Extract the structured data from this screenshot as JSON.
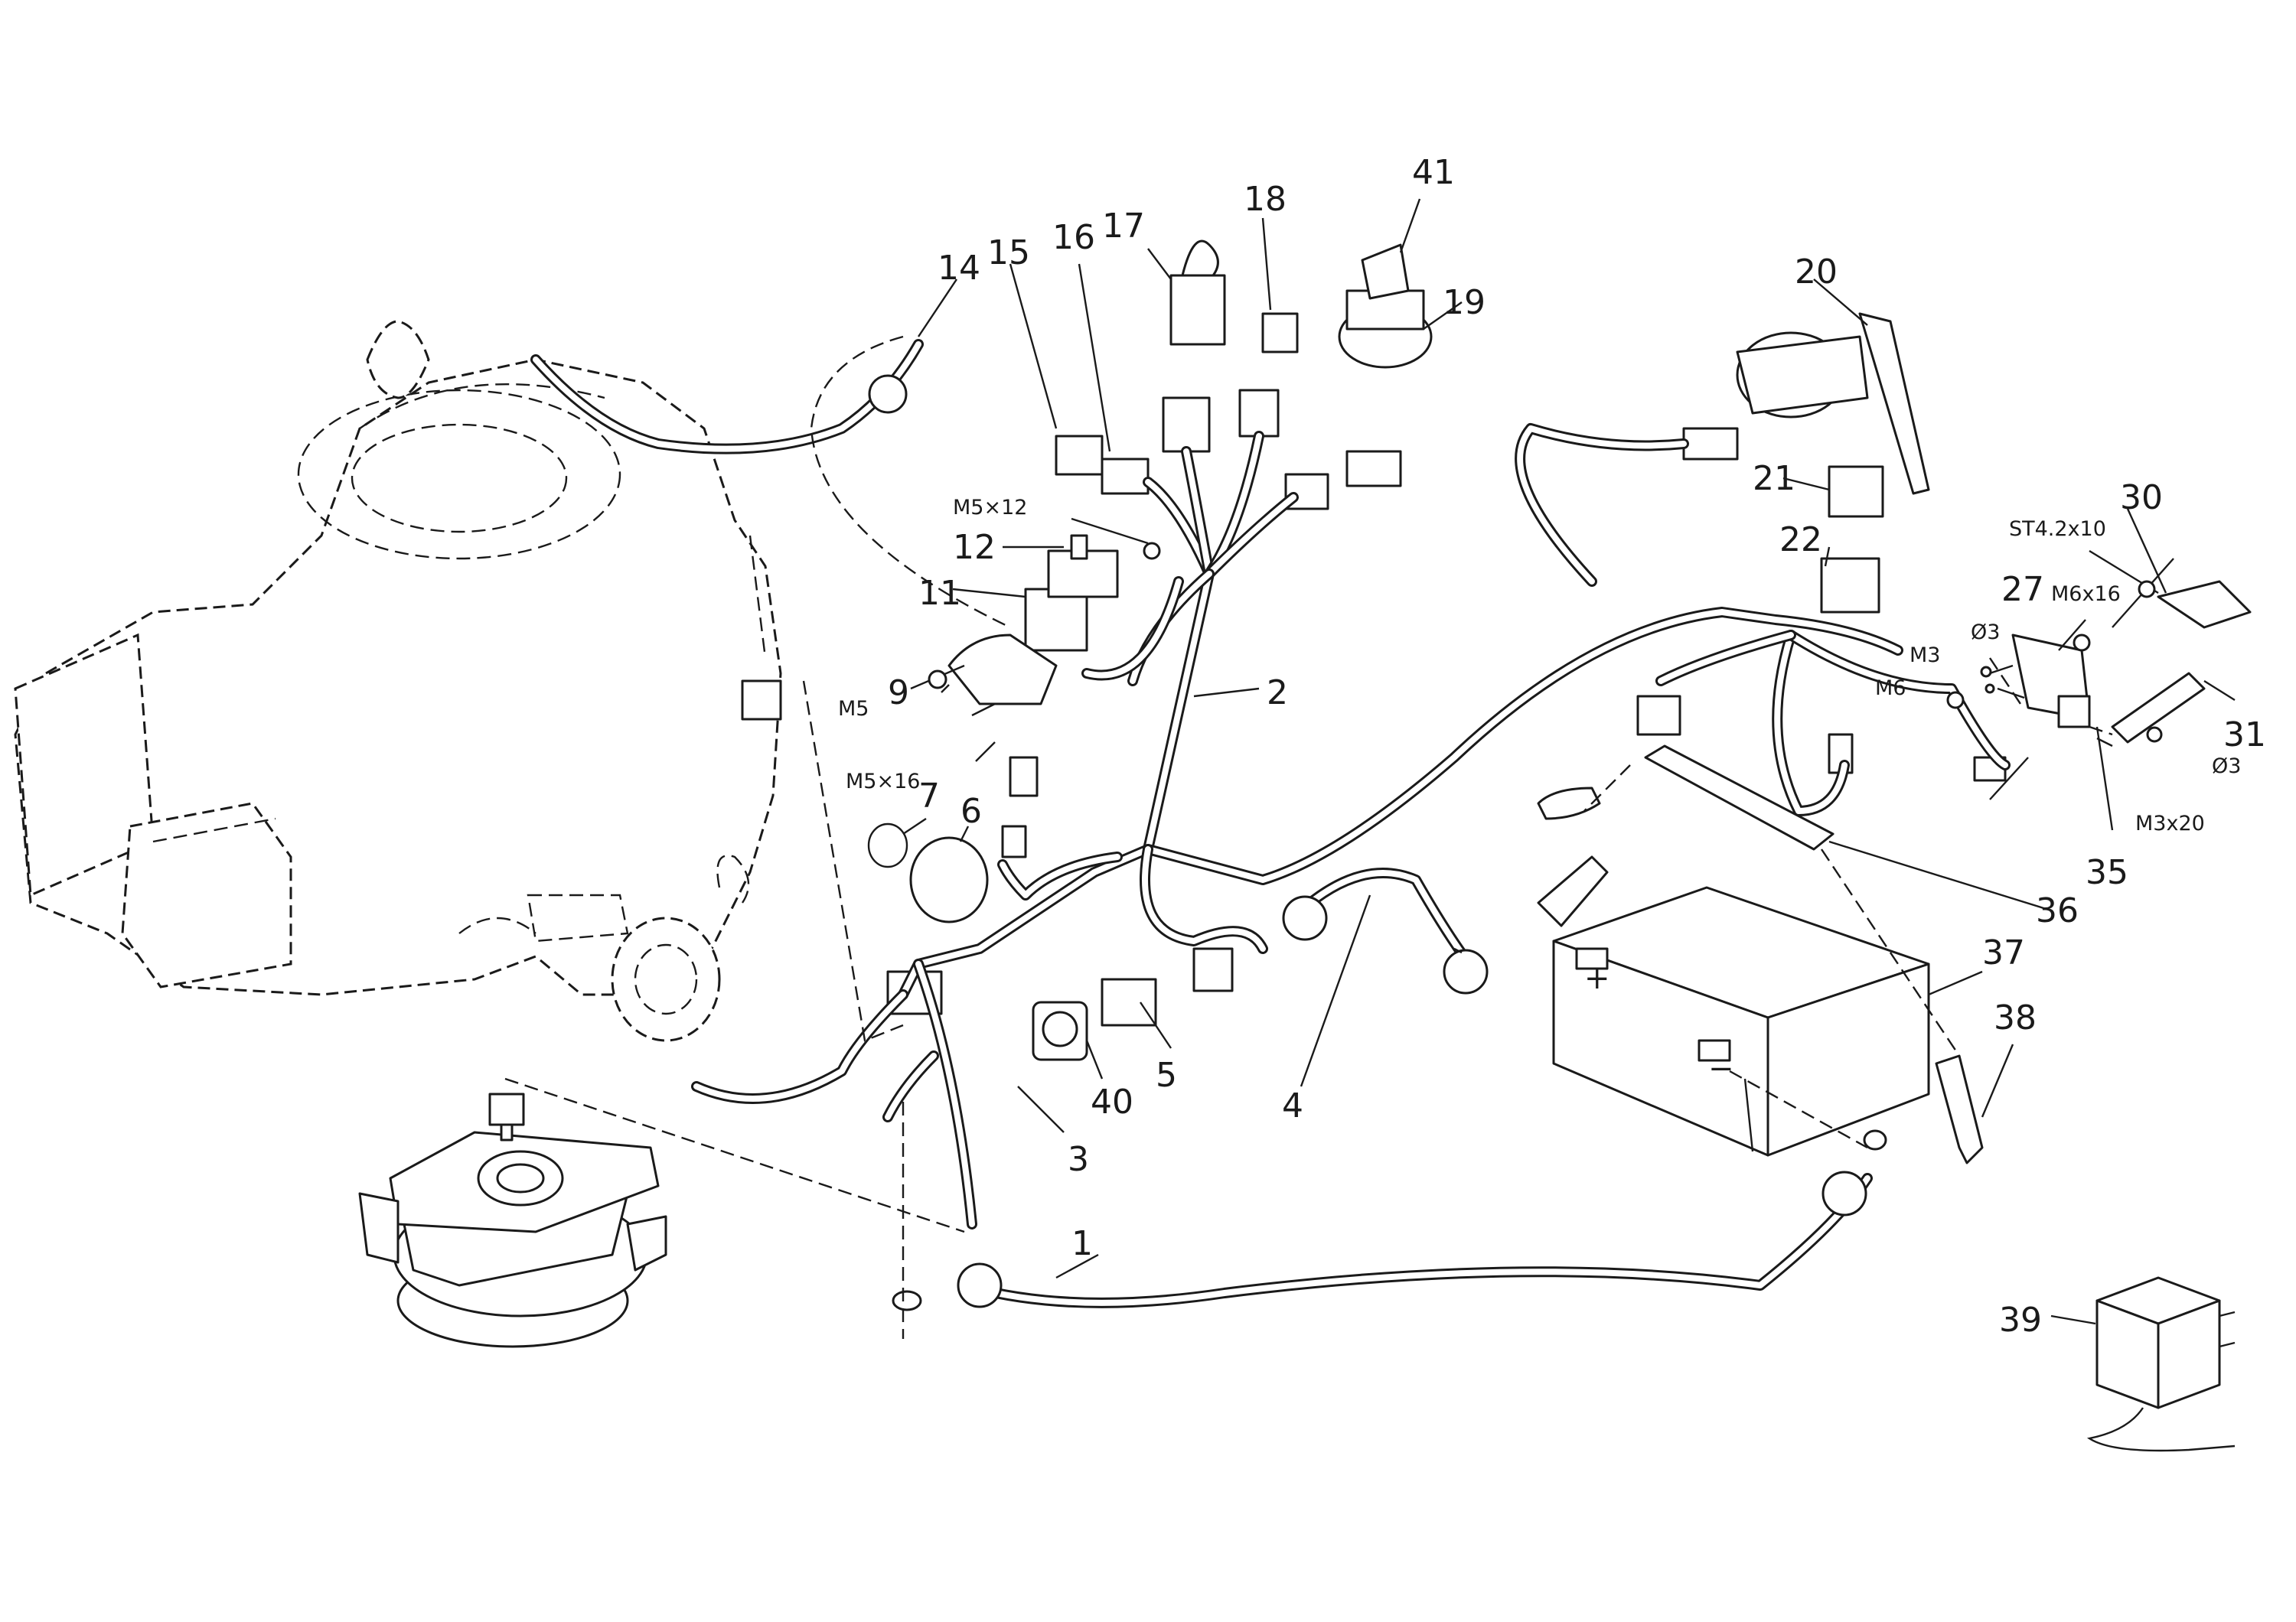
{
  "diagram": {
    "part_numbers": [
      "1",
      "2",
      "3",
      "4",
      "5",
      "6",
      "7",
      "9",
      "11",
      "12",
      "14",
      "15",
      "16",
      "17",
      "18",
      "19",
      "20",
      "21",
      "22",
      "27",
      "30",
      "31",
      "35",
      "36",
      "37",
      "38",
      "39",
      "40",
      "41"
    ],
    "hardware": {
      "m5x12": "M5×12",
      "m5": "M5",
      "m5x16": "M5×16",
      "st42x10": "ST4.2x10",
      "m6x16": "M6x16",
      "d3a": "Ø3",
      "m3": "M3",
      "m6": "M6",
      "d3b": "Ø3",
      "m3x20": "M3x20"
    },
    "battery": {
      "plus": "+",
      "minus": "−"
    }
  }
}
